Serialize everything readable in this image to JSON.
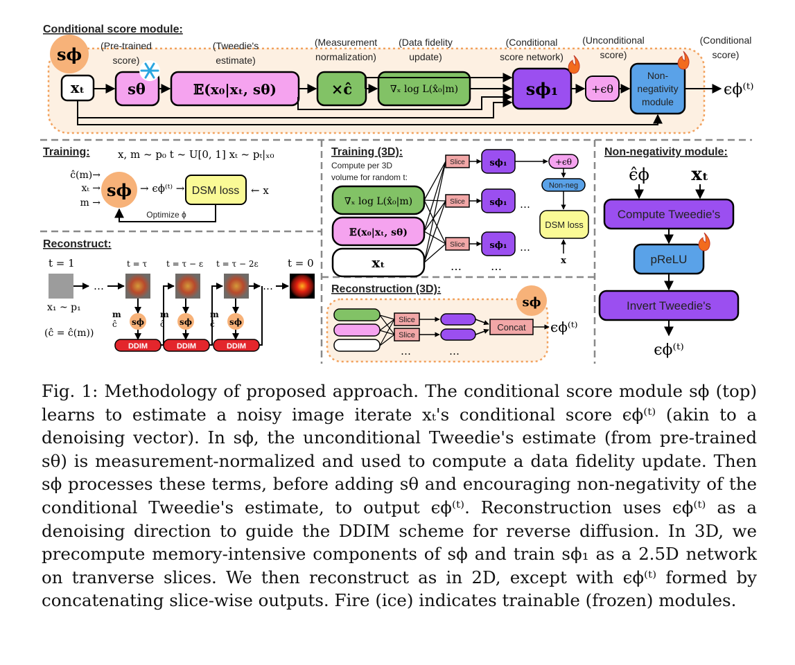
{
  "top": {
    "heading": "Conditional score module:",
    "module_symbol": "sϕ",
    "labels": {
      "pretrained": [
        "(Pre-trained",
        "score)"
      ],
      "tweedie": [
        "(Tweedie's",
        "estimate)"
      ],
      "measurement": [
        "(Measurement",
        "normalization)"
      ],
      "fidelity": [
        "(Data fidelity",
        "update)"
      ],
      "cond_net": [
        "(Conditional",
        "score network)"
      ],
      "uncond": [
        "(Unconditional",
        "score)"
      ],
      "cond_score": [
        "(Conditional",
        "score)"
      ]
    },
    "boxes": {
      "xt": "xₜ",
      "s_theta": "sθ",
      "expectation": "𝔼(x₀|xₜ, sθ)",
      "times_c": "×ĉ",
      "grad": "∇ₓ log L(x̂₀|m)",
      "s_phi1": "sϕ₁",
      "plus_eps": "+ϵθ",
      "nonneg": [
        "Non-",
        "negativity",
        "module"
      ],
      "output": "ϵϕ⁽ᵗ⁾"
    }
  },
  "training": {
    "heading": "Training:",
    "sampling": "x, m ~ p₀   t ~ U[0, 1]   xₜ ~ pₜ|ₓ₀",
    "inputs": [
      "ĉ(m)→",
      "xₜ →",
      "m →"
    ],
    "s_phi": "sϕ",
    "eps": "→ ϵϕ⁽ᵗ⁾ →",
    "dsm": "DSM loss",
    "x_in": "←  x",
    "optimize": "Optimize ϕ"
  },
  "training3d": {
    "heading": "Training (3D):",
    "desc": [
      "Compute per 3D",
      "volume for random t:"
    ],
    "inputs": [
      "∇ₓ log L(x̂₀|m)",
      "𝔼(x₀|xₜ, sθ)",
      "xₜ"
    ],
    "slice": "Slice",
    "s_phi1": "sϕ₁",
    "plus_eps": "+ϵθ",
    "nonneg": "Non-neg",
    "dsm": "DSM loss",
    "x": "x",
    "dots": "…"
  },
  "nonneg_module": {
    "heading": "Non-negativity module:",
    "inputs": [
      "ϵ̂ϕ",
      "xₜ"
    ],
    "steps": [
      "Compute Tweedie's",
      "pReLU",
      "Invert Tweedie's"
    ],
    "output": "ϵϕ⁽ᵗ⁾"
  },
  "reconstruct": {
    "heading": "Reconstruct:",
    "times": [
      "t = 1",
      "t = τ",
      "t = τ − ε",
      "t = τ − 2ε",
      "t = 0"
    ],
    "x1": "x₁ ~ p₁",
    "c_def": "(ĉ = ĉ(m))",
    "m": "m",
    "c": "ĉ",
    "s_phi": "sϕ",
    "ddim": "DDIM",
    "dots": "…"
  },
  "recon3d": {
    "heading": "Reconstruction (3D):",
    "s_phi": "sϕ",
    "slice": "Slice",
    "concat": "Concat",
    "output": "ϵϕ⁽ᵗ⁾",
    "dots": "…"
  },
  "colors": {
    "pink": "#f5a3ef",
    "green": "#82c266",
    "purple": "#9b4ff0",
    "blue": "#5aa2e8",
    "yellow": "#fafa96",
    "orange": "#f7b279",
    "peach_bg": "#fdf0e2",
    "slice": "#f2a7a7",
    "ddim": "#e3262c"
  },
  "caption": [
    "Fig. 1: Methodology of proposed approach. The conditional score module sϕ (top) learns to estimate a noisy image iterate xₜ's conditional score ϵϕ⁽ᵗ⁾ (akin to a denoising vector). In sϕ, the unconditional Tweedie's estimate (from pre-trained sθ) is measurement-normalized and used to compute a data fidelity update. Then sϕ processes these terms, before adding sθ and encouraging non-negativity of the conditional Tweedie's estimate, to output ϵϕ⁽ᵗ⁾. Reconstruction uses ϵϕ⁽ᵗ⁾ as a denoising direction to guide the DDIM scheme for reverse diffusion. In 3D, we precompute memory-intensive components of sϕ and train sϕ₁ as a 2.5D network on tranverse slices. We then reconstruct as in 2D, except with ϵϕ⁽ᵗ⁾ formed by concatenating slice-wise outputs. Fire (ice) indicates trainable (frozen) modules."
  ]
}
